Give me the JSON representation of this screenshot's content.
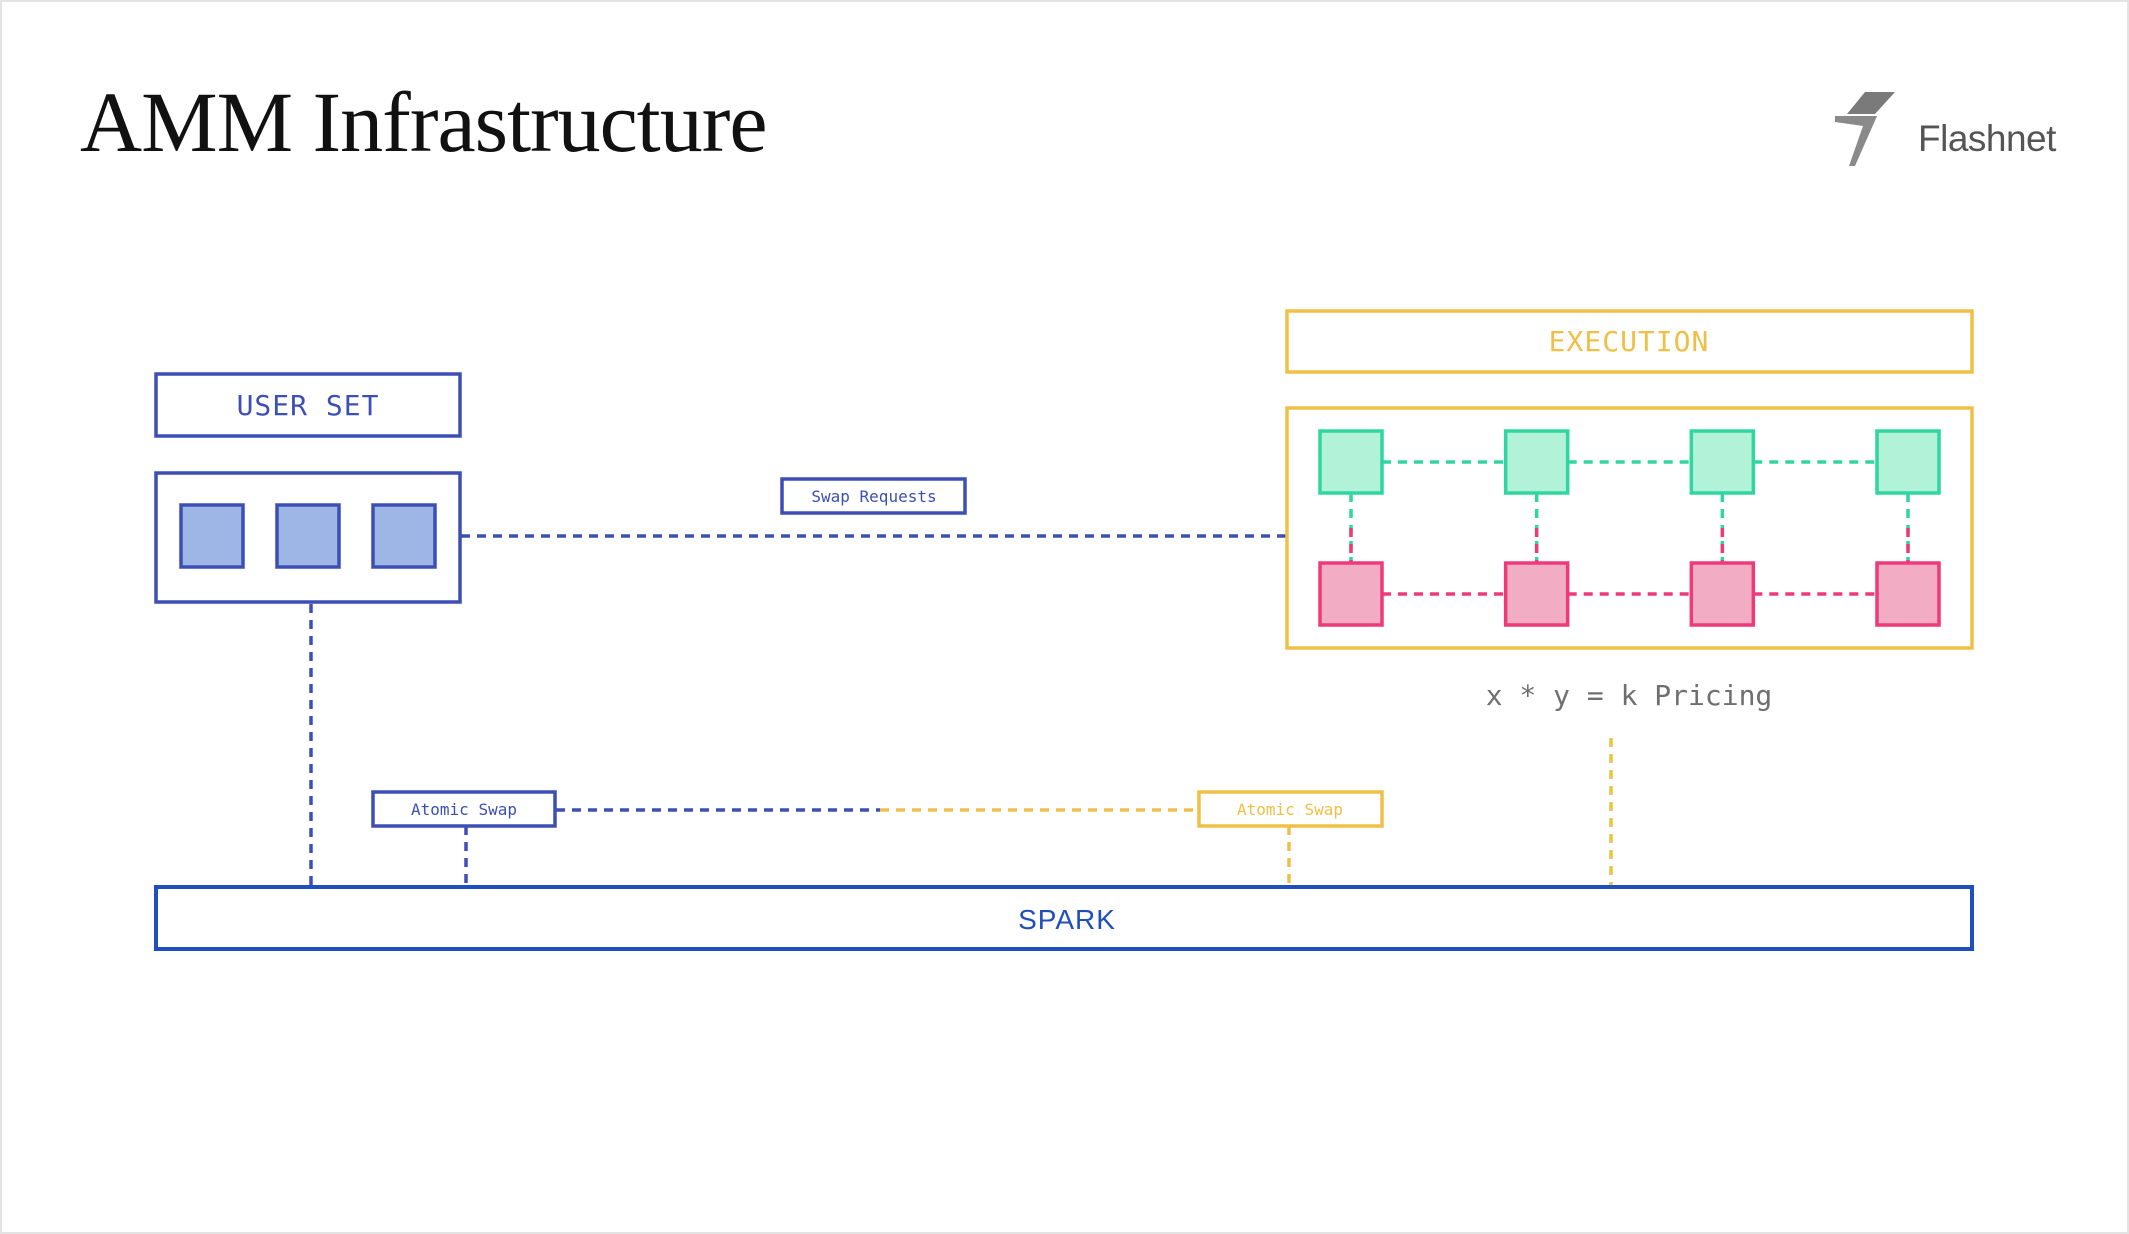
{
  "header": {
    "title": "AMM Infrastructure",
    "logo_name": "Flashnet"
  },
  "user_set": {
    "label": "USER SET",
    "user_count": 3
  },
  "execution": {
    "label": "EXECUTION",
    "pricing_label": "x * y = k Pricing",
    "columns": 4
  },
  "edges": {
    "swap_requests": "Swap Requests",
    "atomic_swap_user": "Atomic Swap",
    "atomic_swap_execution": "Atomic Swap"
  },
  "spark": {
    "label": "SPARK"
  },
  "colors": {
    "blue": "#3c4fb5",
    "blue_fill": "#9db6e6",
    "spark_blue": "#1f4fbd",
    "yellow": "#f0bf45",
    "green": "#2fd6a0",
    "green_fill": "#b2f2d9",
    "pink": "#ee3a78",
    "pink_fill": "#f2adc5",
    "gray_text": "#6f6f6f"
  }
}
